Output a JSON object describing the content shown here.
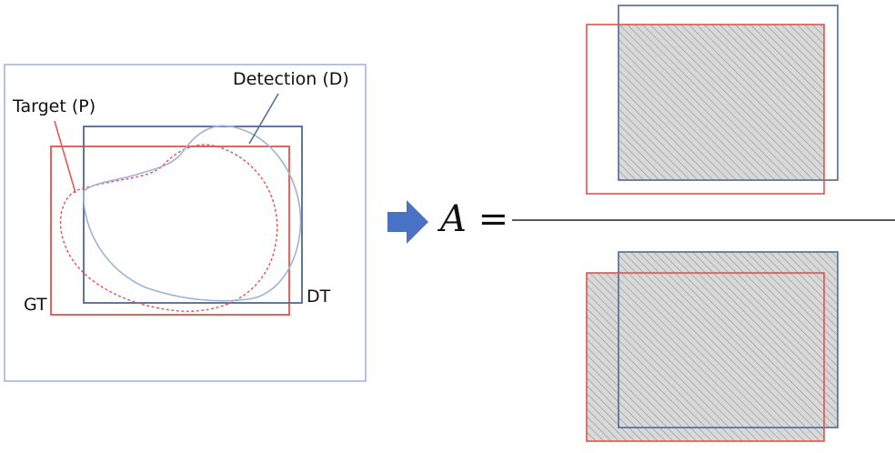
{
  "labels": {
    "target": "Target (P)",
    "detection": "Detection (D)",
    "gt": "GT",
    "dt": "DT"
  },
  "equation": {
    "variable": "A",
    "operator": "="
  },
  "colors": {
    "frame": "#9db0d8",
    "detection_box": "#4f6a94",
    "ground_truth_box": "#e8504e",
    "detection_contour": "#9fb2d6",
    "target_contour": "#e8504e",
    "arrow": "#4a72c4",
    "hatch_fill": "#d9d9d9",
    "hatch_line": "#9a9a9a",
    "fraction_bar": "#444444"
  },
  "icons": {
    "arrow": "right-arrow-icon"
  }
}
